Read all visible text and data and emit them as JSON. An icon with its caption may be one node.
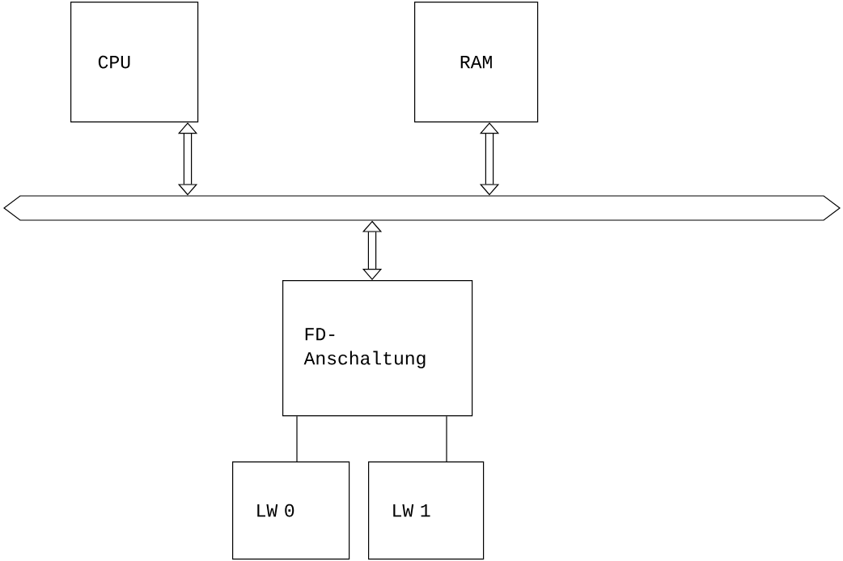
{
  "diagram": {
    "nodes": [
      {
        "text": [
          "CPU"
        ]
      },
      {
        "text": [
          "RAM"
        ]
      },
      {
        "text": [],
        "shape": "bar"
      },
      {
        "text": [
          "FD- Anschaltung"
        ]
      },
      {
        "text": [
          "LW 0"
        ]
      },
      {
        "text": [
          "LW 1"
        ]
      }
    ],
    "edges": [
      {
        "from": 0,
        "to": 2,
        "arrow": "both"
      },
      {
        "from": 1,
        "to": 2,
        "arrow": "both"
      },
      {
        "from": 2,
        "to": 3,
        "arrow": "both"
      },
      {
        "from": 3,
        "to": 4,
        "arrow": "none"
      },
      {
        "from": 3,
        "to": 5,
        "arrow": "none"
      }
    ]
  }
}
